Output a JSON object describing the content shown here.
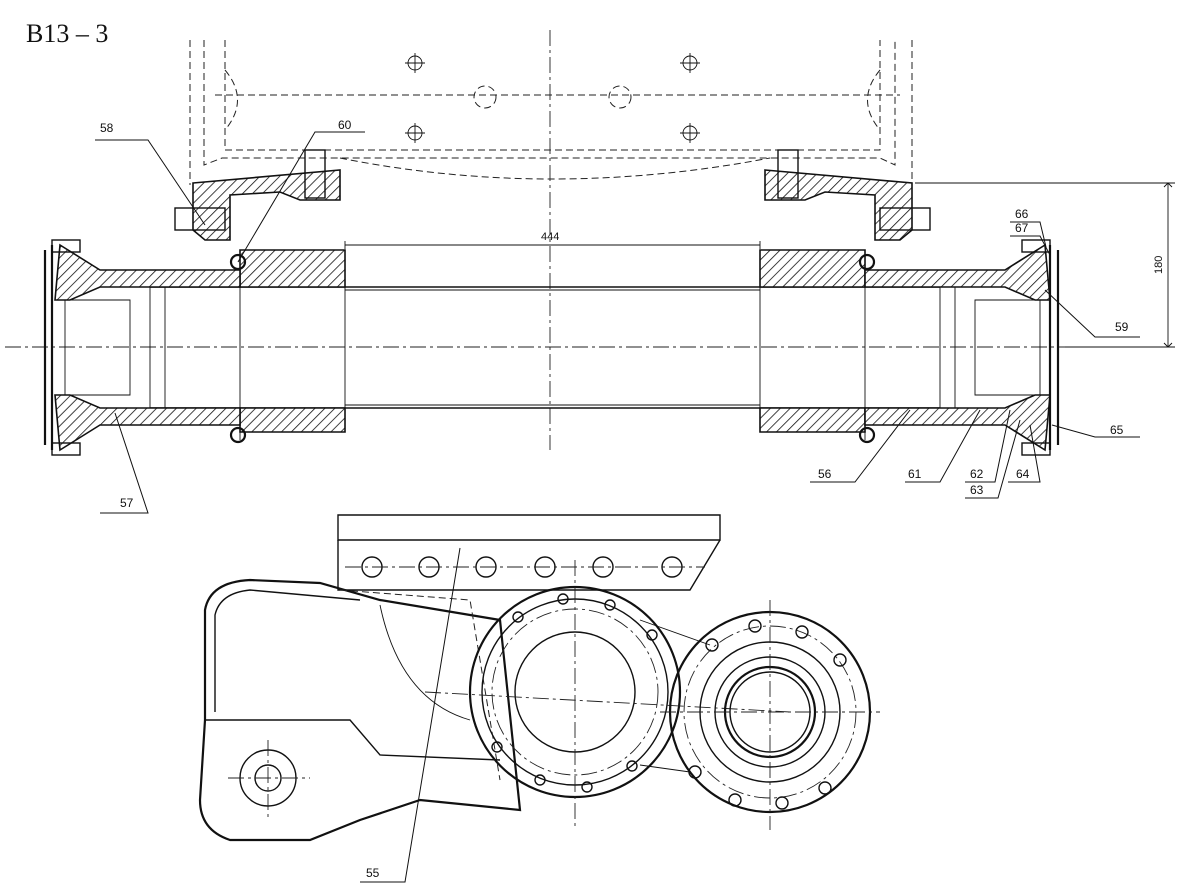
{
  "title": "B13 – 3",
  "dimensions": {
    "length": "444",
    "height": "180"
  },
  "part_labels": [
    "58",
    "60",
    "66",
    "67",
    "59",
    "65",
    "57",
    "56",
    "61",
    "62",
    "63",
    "64",
    "55"
  ]
}
